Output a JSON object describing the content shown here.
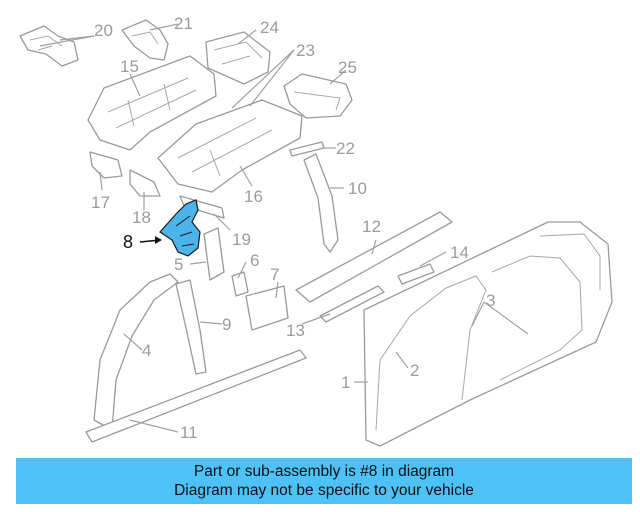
{
  "callouts": {
    "c1": "1",
    "c2": "2",
    "c3": "3",
    "c4": "4",
    "c5": "5",
    "c6": "6",
    "c7": "7",
    "c8": "8",
    "c9": "9",
    "c10": "10",
    "c11": "11",
    "c12": "12",
    "c13": "13",
    "c14": "14",
    "c15": "15",
    "c16": "16",
    "c17": "17",
    "c18": "18",
    "c19": "19",
    "c20": "20",
    "c21": "21",
    "c22": "22",
    "c23": "23",
    "c24": "24",
    "c25": "25"
  },
  "highlighted_part": "8",
  "highlight_color": "#4bb4ea",
  "banner": {
    "line1": "Part or sub-assembly is #8 in diagram",
    "line2": "Diagram may not be specific to your vehicle",
    "background": "#4ec1f6"
  }
}
